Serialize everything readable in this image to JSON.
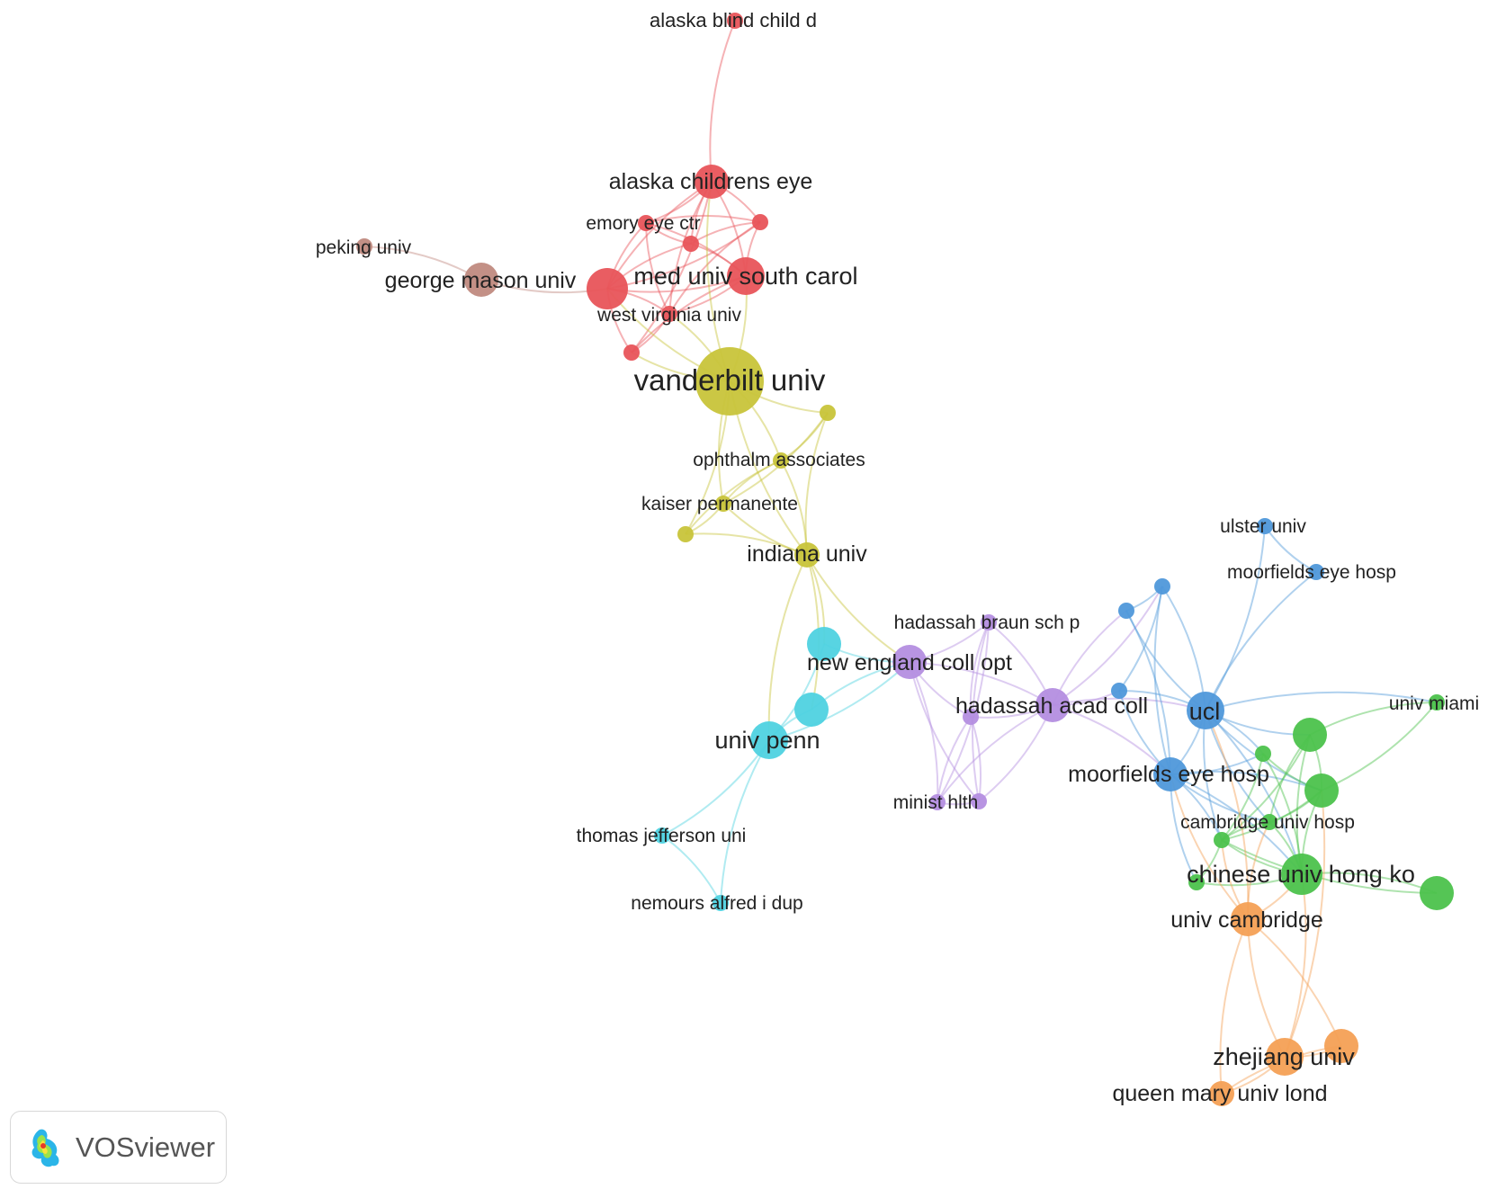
{
  "clusters": {
    "red": "#e8545a",
    "brown": "#c08a80",
    "yellow": "#c8c43a",
    "cyan": "#4fd2e0",
    "purple": "#b48ee0",
    "blue": "#4f98da",
    "green": "#4cc24c",
    "orange": "#f4a055"
  },
  "nodes": [
    {
      "id": "alaska_blind",
      "label": "alaska blind child d",
      "cluster": "red",
      "size": 1
    },
    {
      "id": "alaska_childrens",
      "label": "alaska childrens eye",
      "cluster": "red",
      "size": 3
    },
    {
      "id": "emory",
      "label": "emory eye ctr",
      "cluster": "red",
      "size": 1
    },
    {
      "id": "red_a",
      "label": "",
      "cluster": "red",
      "size": 1
    },
    {
      "id": "red_b",
      "label": "",
      "cluster": "red",
      "size": 1
    },
    {
      "id": "red_big",
      "label": "",
      "cluster": "red",
      "size": 5
    },
    {
      "id": "med_univ_sc",
      "label": "med univ south carol",
      "cluster": "red",
      "size": 4
    },
    {
      "id": "west_virginia",
      "label": "west virginia univ",
      "cluster": "red",
      "size": 1
    },
    {
      "id": "red_c",
      "label": "",
      "cluster": "red",
      "size": 1
    },
    {
      "id": "peking",
      "label": "peking univ",
      "cluster": "brown",
      "size": 1
    },
    {
      "id": "george_mason",
      "label": "george mason univ",
      "cluster": "brown",
      "size": 3
    },
    {
      "id": "vanderbilt",
      "label": "vanderbilt univ",
      "cluster": "yellow",
      "size": 8
    },
    {
      "id": "yel_a",
      "label": "",
      "cluster": "yellow",
      "size": 1
    },
    {
      "id": "ophthalm",
      "label": "ophthalm associates",
      "cluster": "yellow",
      "size": 1
    },
    {
      "id": "kaiser",
      "label": "kaiser permanente",
      "cluster": "yellow",
      "size": 1
    },
    {
      "id": "yel_b",
      "label": "",
      "cluster": "yellow",
      "size": 1
    },
    {
      "id": "indiana",
      "label": "indiana univ",
      "cluster": "yellow",
      "size": 2
    },
    {
      "id": "cyan_a",
      "label": "",
      "cluster": "cyan",
      "size": 3
    },
    {
      "id": "cyan_b",
      "label": "",
      "cluster": "cyan",
      "size": 3
    },
    {
      "id": "univ_penn",
      "label": "univ penn",
      "cluster": "cyan",
      "size": 4
    },
    {
      "id": "thomas_jefferson",
      "label": "thomas jefferson uni",
      "cluster": "cyan",
      "size": 1
    },
    {
      "id": "nemours",
      "label": "nemours alfred i dup",
      "cluster": "cyan",
      "size": 1
    },
    {
      "id": "hadassah_braun",
      "label": "hadassah braun sch p",
      "cluster": "purple",
      "size": 1
    },
    {
      "id": "new_england",
      "label": "new england coll opt",
      "cluster": "purple",
      "size": 3
    },
    {
      "id": "hadassah_acad",
      "label": "hadassah acad coll",
      "cluster": "purple",
      "size": 3
    },
    {
      "id": "pur_a",
      "label": "",
      "cluster": "purple",
      "size": 1
    },
    {
      "id": "minist_hlth",
      "label": "minist hlth",
      "cluster": "purple",
      "size": 1
    },
    {
      "id": "pur_b",
      "label": "",
      "cluster": "purple",
      "size": 1
    },
    {
      "id": "ulster",
      "label": "ulster univ",
      "cluster": "blue",
      "size": 1
    },
    {
      "id": "moorfields_top",
      "label": "moorfields eye hosp",
      "cluster": "blue",
      "size": 1
    },
    {
      "id": "blue_a",
      "label": "",
      "cluster": "blue",
      "size": 1
    },
    {
      "id": "blue_b",
      "label": "",
      "cluster": "blue",
      "size": 1
    },
    {
      "id": "blue_c",
      "label": "",
      "cluster": "blue",
      "size": 1
    },
    {
      "id": "ucl",
      "label": "ucl",
      "cluster": "blue",
      "size": 4
    },
    {
      "id": "moorfields",
      "label": "moorfields eye hosp",
      "cluster": "blue",
      "size": 3
    },
    {
      "id": "univ_miami",
      "label": "univ miami",
      "cluster": "green",
      "size": 1
    },
    {
      "id": "grn_a",
      "label": "",
      "cluster": "green",
      "size": 3
    },
    {
      "id": "grn_b",
      "label": "",
      "cluster": "green",
      "size": 1
    },
    {
      "id": "grn_c",
      "label": "",
      "cluster": "green",
      "size": 3
    },
    {
      "id": "cambridge_hosp",
      "label": "cambridge univ hosp",
      "cluster": "green",
      "size": 1
    },
    {
      "id": "grn_d",
      "label": "",
      "cluster": "green",
      "size": 1
    },
    {
      "id": "chinese_hk",
      "label": "chinese univ hong ko",
      "cluster": "green",
      "size": 5
    },
    {
      "id": "grn_e",
      "label": "",
      "cluster": "green",
      "size": 1
    },
    {
      "id": "grn_f",
      "label": "",
      "cluster": "green",
      "size": 3
    },
    {
      "id": "univ_cambridge",
      "label": "univ cambridge",
      "cluster": "orange",
      "size": 3
    },
    {
      "id": "zhejiang",
      "label": "zhejiang univ",
      "cluster": "orange",
      "size": 4
    },
    {
      "id": "orng_a",
      "label": "",
      "cluster": "orange",
      "size": 3
    },
    {
      "id": "queen_mary",
      "label": "queen mary univ lond",
      "cluster": "orange",
      "size": 2
    }
  ],
  "links": [
    [
      "alaska_blind",
      "alaska_childrens"
    ],
    [
      "alaska_childrens",
      "emory"
    ],
    [
      "alaska_childrens",
      "red_a"
    ],
    [
      "alaska_childrens",
      "red_b"
    ],
    [
      "alaska_childrens",
      "red_big"
    ],
    [
      "alaska_childrens",
      "med_univ_sc"
    ],
    [
      "alaska_childrens",
      "west_virginia"
    ],
    [
      "alaska_childrens",
      "red_c"
    ],
    [
      "emory",
      "red_a"
    ],
    [
      "emory",
      "red_b"
    ],
    [
      "emory",
      "red_big"
    ],
    [
      "emory",
      "med_univ_sc"
    ],
    [
      "emory",
      "west_virginia"
    ],
    [
      "red_a",
      "red_b"
    ],
    [
      "red_a",
      "red_big"
    ],
    [
      "red_a",
      "med_univ_sc"
    ],
    [
      "red_b",
      "med_univ_sc"
    ],
    [
      "red_b",
      "red_big"
    ],
    [
      "red_big",
      "med_univ_sc"
    ],
    [
      "red_big",
      "west_virginia"
    ],
    [
      "red_big",
      "red_c"
    ],
    [
      "med_univ_sc",
      "west_virginia"
    ],
    [
      "med_univ_sc",
      "red_c"
    ],
    [
      "west_virginia",
      "red_c"
    ],
    [
      "red_b",
      "west_virginia"
    ],
    [
      "peking",
      "george_mason"
    ],
    [
      "george_mason",
      "red_big"
    ],
    [
      "vanderbilt",
      "red_big"
    ],
    [
      "vanderbilt",
      "med_univ_sc"
    ],
    [
      "vanderbilt",
      "alaska_childrens"
    ],
    [
      "vanderbilt",
      "west_virginia"
    ],
    [
      "vanderbilt",
      "red_c"
    ],
    [
      "vanderbilt",
      "yel_a"
    ],
    [
      "vanderbilt",
      "ophthalm"
    ],
    [
      "vanderbilt",
      "kaiser"
    ],
    [
      "vanderbilt",
      "yel_b"
    ],
    [
      "vanderbilt",
      "indiana"
    ],
    [
      "yel_a",
      "ophthalm"
    ],
    [
      "yel_a",
      "indiana"
    ],
    [
      "yel_a",
      "kaiser"
    ],
    [
      "ophthalm",
      "kaiser"
    ],
    [
      "ophthalm",
      "indiana"
    ],
    [
      "ophthalm",
      "yel_b"
    ],
    [
      "kaiser",
      "yel_b"
    ],
    [
      "kaiser",
      "indiana"
    ],
    [
      "yel_b",
      "indiana"
    ],
    [
      "indiana",
      "univ_penn"
    ],
    [
      "indiana",
      "cyan_b"
    ],
    [
      "indiana",
      "new_england"
    ],
    [
      "indiana",
      "cyan_a"
    ],
    [
      "cyan_a",
      "new_england"
    ],
    [
      "cyan_a",
      "univ_penn"
    ],
    [
      "cyan_b",
      "univ_penn"
    ],
    [
      "cyan_b",
      "new_england"
    ],
    [
      "univ_penn",
      "new_england"
    ],
    [
      "univ_penn",
      "thomas_jefferson"
    ],
    [
      "univ_penn",
      "nemours"
    ],
    [
      "thomas_jefferson",
      "nemours"
    ],
    [
      "new_england",
      "hadassah_braun"
    ],
    [
      "new_england",
      "hadassah_acad"
    ],
    [
      "new_england",
      "pur_a"
    ],
    [
      "new_england",
      "minist_hlth"
    ],
    [
      "new_england",
      "pur_b"
    ],
    [
      "hadassah_braun",
      "hadassah_acad"
    ],
    [
      "hadassah_braun",
      "pur_a"
    ],
    [
      "hadassah_braun",
      "minist_hlth"
    ],
    [
      "hadassah_braun",
      "pur_b"
    ],
    [
      "hadassah_acad",
      "pur_a"
    ],
    [
      "hadassah_acad",
      "minist_hlth"
    ],
    [
      "hadassah_acad",
      "pur_b"
    ],
    [
      "pur_a",
      "minist_hlth"
    ],
    [
      "pur_a",
      "pur_b"
    ],
    [
      "minist_hlth",
      "pur_b"
    ],
    [
      "hadassah_acad",
      "ucl"
    ],
    [
      "hadassah_acad",
      "blue_a"
    ],
    [
      "hadassah_acad",
      "blue_b"
    ],
    [
      "hadassah_acad",
      "blue_c"
    ],
    [
      "hadassah_acad",
      "moorfields"
    ],
    [
      "ucl",
      "ulster"
    ],
    [
      "ucl",
      "moorfields_top"
    ],
    [
      "ucl",
      "blue_a"
    ],
    [
      "ucl",
      "blue_b"
    ],
    [
      "ucl",
      "blue_c"
    ],
    [
      "ucl",
      "moorfields"
    ],
    [
      "ulster",
      "moorfields_top"
    ],
    [
      "blue_a",
      "blue_b"
    ],
    [
      "blue_a",
      "moorfields"
    ],
    [
      "blue_b",
      "moorfields"
    ],
    [
      "blue_c",
      "moorfields"
    ],
    [
      "blue_a",
      "blue_c"
    ],
    [
      "ucl",
      "grn_a"
    ],
    [
      "ucl",
      "grn_b"
    ],
    [
      "ucl",
      "grn_c"
    ],
    [
      "ucl",
      "chinese_hk"
    ],
    [
      "ucl",
      "cambridge_hosp"
    ],
    [
      "ucl",
      "univ_miami"
    ],
    [
      "ucl",
      "grn_d"
    ],
    [
      "moorfields",
      "chinese_hk"
    ],
    [
      "moorfields",
      "grn_b"
    ],
    [
      "moorfields",
      "grn_c"
    ],
    [
      "moorfields",
      "cambridge_hosp"
    ],
    [
      "moorfields",
      "grn_d"
    ],
    [
      "moorfields",
      "grn_e"
    ],
    [
      "grn_a",
      "univ_miami"
    ],
    [
      "grn_c",
      "univ_miami"
    ],
    [
      "grn_a",
      "grn_c"
    ],
    [
      "grn_a",
      "chinese_hk"
    ],
    [
      "grn_a",
      "grn_d"
    ],
    [
      "grn_b",
      "grn_c"
    ],
    [
      "grn_b",
      "chinese_hk"
    ],
    [
      "grn_c",
      "chinese_hk"
    ],
    [
      "grn_c",
      "cambridge_hosp"
    ],
    [
      "cambridge_hosp",
      "grn_d"
    ],
    [
      "cambridge_hosp",
      "chinese_hk"
    ],
    [
      "grn_d",
      "chinese_hk"
    ],
    [
      "grn_d",
      "grn_e"
    ],
    [
      "grn_e",
      "chinese_hk"
    ],
    [
      "chinese_hk",
      "grn_f"
    ],
    [
      "grn_d",
      "grn_f"
    ],
    [
      "grn_c",
      "grn_d"
    ],
    [
      "grn_a",
      "cambridge_hosp"
    ],
    [
      "grn_b",
      "grn_d"
    ],
    [
      "univ_cambridge",
      "chinese_hk"
    ],
    [
      "univ_cambridge",
      "grn_d"
    ],
    [
      "univ_cambridge",
      "ucl"
    ],
    [
      "univ_cambridge",
      "moorfields"
    ],
    [
      "univ_cambridge",
      "zhejiang"
    ],
    [
      "univ_cambridge",
      "orng_a"
    ],
    [
      "univ_cambridge",
      "queen_mary"
    ],
    [
      "univ_cambridge",
      "cambridge_hosp"
    ],
    [
      "zhejiang",
      "orng_a"
    ],
    [
      "zhejiang",
      "queen_mary"
    ],
    [
      "zhejiang",
      "chinese_hk"
    ],
    [
      "queen_mary",
      "orng_a"
    ],
    [
      "zhejiang",
      "grn_c"
    ]
  ],
  "logo": {
    "text": "VOSviewer"
  }
}
